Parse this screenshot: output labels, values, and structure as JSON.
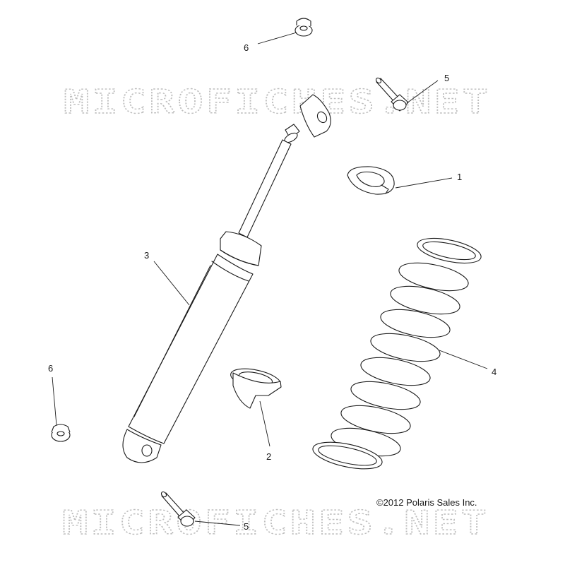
{
  "watermarks": [
    "MICROFICHES.NET",
    "MICROFICHES.NET"
  ],
  "copyright": "©2012 Polaris Sales Inc.",
  "callouts": {
    "c1": "1",
    "c2": "2",
    "c3": "3",
    "c4": "4",
    "c5_top": "5",
    "c5_bottom": "5",
    "c6_top": "6",
    "c6_left": "6"
  }
}
